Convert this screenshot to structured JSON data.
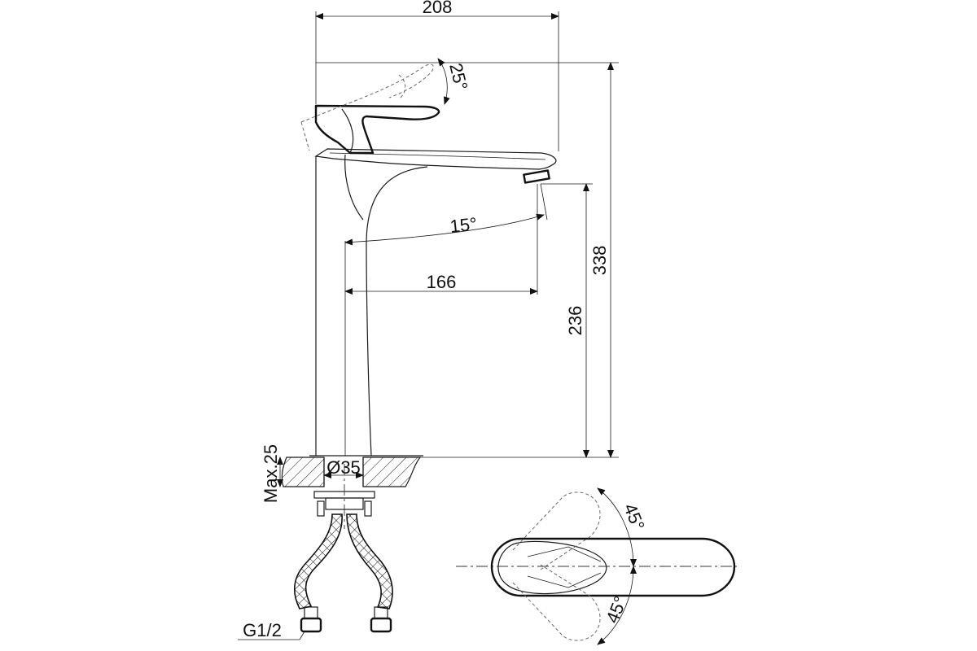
{
  "drawing": {
    "dimensions": {
      "overall_width": "208",
      "total_height": "338",
      "spout_reach": "166",
      "spout_height": "236",
      "lever_tilt_angle": "25°",
      "spout_angle": "15°",
      "base_diameter": "Ø35",
      "max_counter_thickness": "Max.25",
      "connection_thread": "G1/2",
      "lever_rotation_left": "45°",
      "lever_rotation_right": "45°"
    }
  }
}
